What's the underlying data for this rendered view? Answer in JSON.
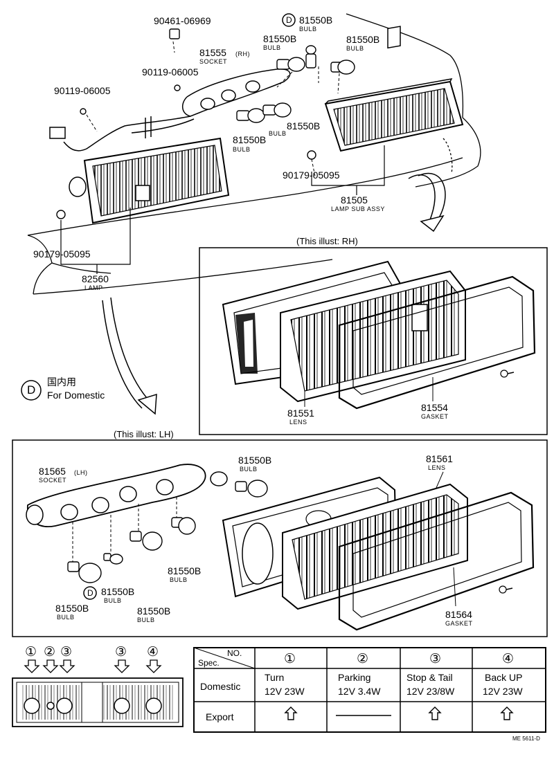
{
  "labels": {
    "p90461": "90461-06969",
    "d_top": "D",
    "p81550b_1": "81550B",
    "bulb_1": "BULB",
    "p81550b_2": "81550B",
    "bulb_2": "BULB",
    "p81550b_3": "81550B",
    "bulb_3": "BULB",
    "p81555": "81555",
    "p81555_rh": "(RH)",
    "socket_rh": "SOCKET",
    "p90119_a": "90119-06005",
    "p90119_b": "90119-06005",
    "p81550b_4": "81550B",
    "bulb_4": "BULB",
    "p81550b_5": "81550B",
    "bulb_5": "BULB",
    "p90179_a": "90179-05095",
    "p81505": "81505",
    "lamp_sub_assy": "LAMP SUB ASSY",
    "illust_rh": "(This illust:  RH)",
    "p90179_b": "90179-05095",
    "p82560": "82560",
    "lamp": "LAMP",
    "p81551": "81551",
    "lens_1": "LENS",
    "p81554": "81554",
    "gasket_1": "GASKET",
    "legend_d": "D",
    "legend_jp": "国内用",
    "legend_en": "For  Domestic",
    "illust_lh": "(This illust:  LH)",
    "p81565": "81565",
    "p81565_lh": "(LH)",
    "socket_lh": "SOCKET",
    "p81550b_6": "81550B",
    "bulb_6": "BULB",
    "p81561": "81561",
    "lens_2": "LENS",
    "p81550b_7": "81550B",
    "bulb_7": "BULB",
    "d_bottom": "D",
    "p81550b_8": "81550B",
    "bulb_8": "BULB",
    "p81550b_9": "81550B",
    "bulb_9": "BULB",
    "p81550b_10": "81550B",
    "bulb_10": "BULB",
    "p81564": "81564",
    "gasket_2": "GASKET",
    "ref_code": "ME 5611-D"
  },
  "position_markers": [
    "①",
    "②",
    "③",
    "③",
    "④"
  ],
  "spec_table": {
    "corner_top": "NO.",
    "corner_bottom": "Spec.",
    "col_headers": [
      "①",
      "②",
      "③",
      "④"
    ],
    "rows": [
      {
        "label": "Domestic",
        "cells": [
          [
            "Turn",
            "12V 23W"
          ],
          [
            "Parking",
            "12V 3.4W"
          ],
          [
            "Stop & Tail",
            "12V 23/8W"
          ],
          [
            "Back UP",
            "12V 23W"
          ]
        ]
      },
      {
        "label": "Export",
        "cells": [
          "up-arrow",
          "dash",
          "up-arrow",
          "up-arrow"
        ]
      }
    ]
  }
}
